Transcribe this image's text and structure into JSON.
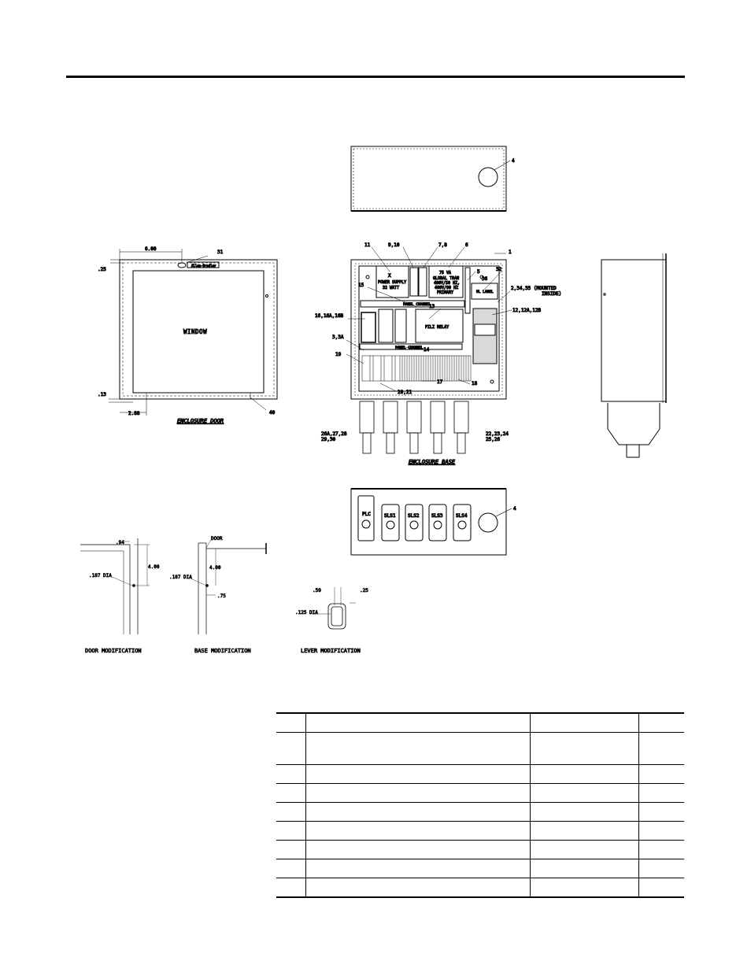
{
  "labels": {
    "door_top_dim": "6.00",
    "door_left_dim": ".25",
    "door_callout": "31",
    "door_brand": "Allen-Bradley",
    "window": "WINDOW",
    "door_bottom_left": ".13",
    "door_bottom_dim": "2.88",
    "door_callout_40": "40",
    "door_caption": "ENCLOSURE DOOR",
    "top_callout_4": "4",
    "c11": "11",
    "c910": "9,10",
    "c78": "7,8",
    "c6": "6",
    "c1": "1",
    "c5": "5",
    "c32": "32",
    "c36": "36",
    "c2345": "2,34,35 (MOUNTED",
    "c2345b": "INSIDE)",
    "c15": "15",
    "c13": "13",
    "c16": "16,16A,16B",
    "c33a": "3,3A",
    "c14": "14",
    "c19": "19",
    "c12": "12,12A,12B",
    "c2021": "20,21",
    "c17": "17",
    "c18": "18",
    "c26": "26A,27,28",
    "c26b": "29,30",
    "c22": "22,23,24",
    "c22b": "25,26",
    "power_supply_1": "POWER SUPPLY",
    "power_supply_2": "32 WATT",
    "xfmr_1": "75 VA",
    "xfmr_2": "GLOBAL TRAN",
    "xfmr_3": "400V/50 HZ,",
    "xfmr_4": "460V/60 HZ",
    "xfmr_5": "PRIMARY",
    "panel_channel": "PANEL CHANNEL",
    "pilz_relay": "PILZ RELAY",
    "ul_label": "UL LABEL",
    "base_caption": "ENCLOSURE BASE",
    "plc": "PLC",
    "sls1": "SLS1",
    "sls2": "SLS2",
    "sls3": "SLS3",
    "sls4": "SLS4",
    "bottom_callout_4": "4",
    "dm_94": ".94",
    "dm_400": "4.00",
    "dm_dia": ".187 DIA",
    "bm_door": "DOOR",
    "bm_400": "4.00",
    "bm_dia": ".187 DIA",
    "bm_75": ".75",
    "lm_59": ".59",
    "lm_25": ".25",
    "lm_dia": ".125 DIA",
    "door_mod": "DOOR MODIFICATION",
    "base_mod": "BASE MODIFICATION",
    "lever_mod": "LEVER MODIFICATION"
  },
  "parts_table": {
    "rows": [
      [
        "",
        "",
        "",
        ""
      ],
      [
        "",
        "",
        "",
        ""
      ],
      [
        "",
        "",
        "",
        ""
      ],
      [
        "",
        "",
        "",
        ""
      ],
      [
        "",
        "",
        "",
        ""
      ],
      [
        "",
        "",
        "",
        ""
      ],
      [
        "",
        "",
        "",
        ""
      ],
      [
        "",
        "",
        "",
        ""
      ],
      [
        "",
        "",
        "",
        ""
      ]
    ]
  }
}
